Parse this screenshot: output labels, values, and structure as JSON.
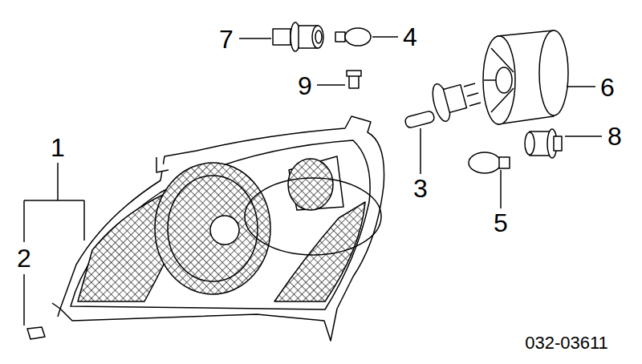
{
  "diagram": {
    "labels": [
      "7",
      "4",
      "9",
      "6",
      "1",
      "8",
      "3",
      "5",
      "2",
      "032-03611"
    ]
  }
}
